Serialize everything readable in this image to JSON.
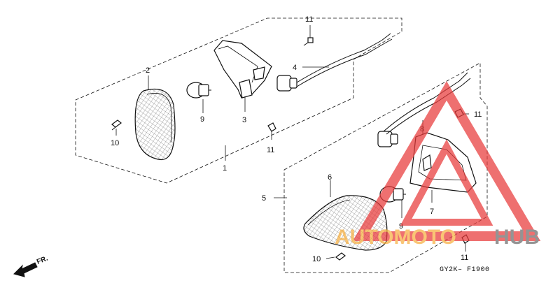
{
  "diagram": {
    "callouts": [
      "1",
      "2",
      "3",
      "4",
      "5",
      "6",
      "7",
      "8",
      "9",
      "9",
      "10",
      "10",
      "11",
      "11",
      "11",
      "11"
    ],
    "direction_label": "FR.",
    "figure_code": "GY2K– F1900",
    "watermark": {
      "text_part1": "AUTOMOTO",
      "text_part2": "HUB",
      "color_primary": "#f7b041",
      "color_secondary": "#6b6b6b",
      "triangle_color": "#e83a3a"
    }
  }
}
